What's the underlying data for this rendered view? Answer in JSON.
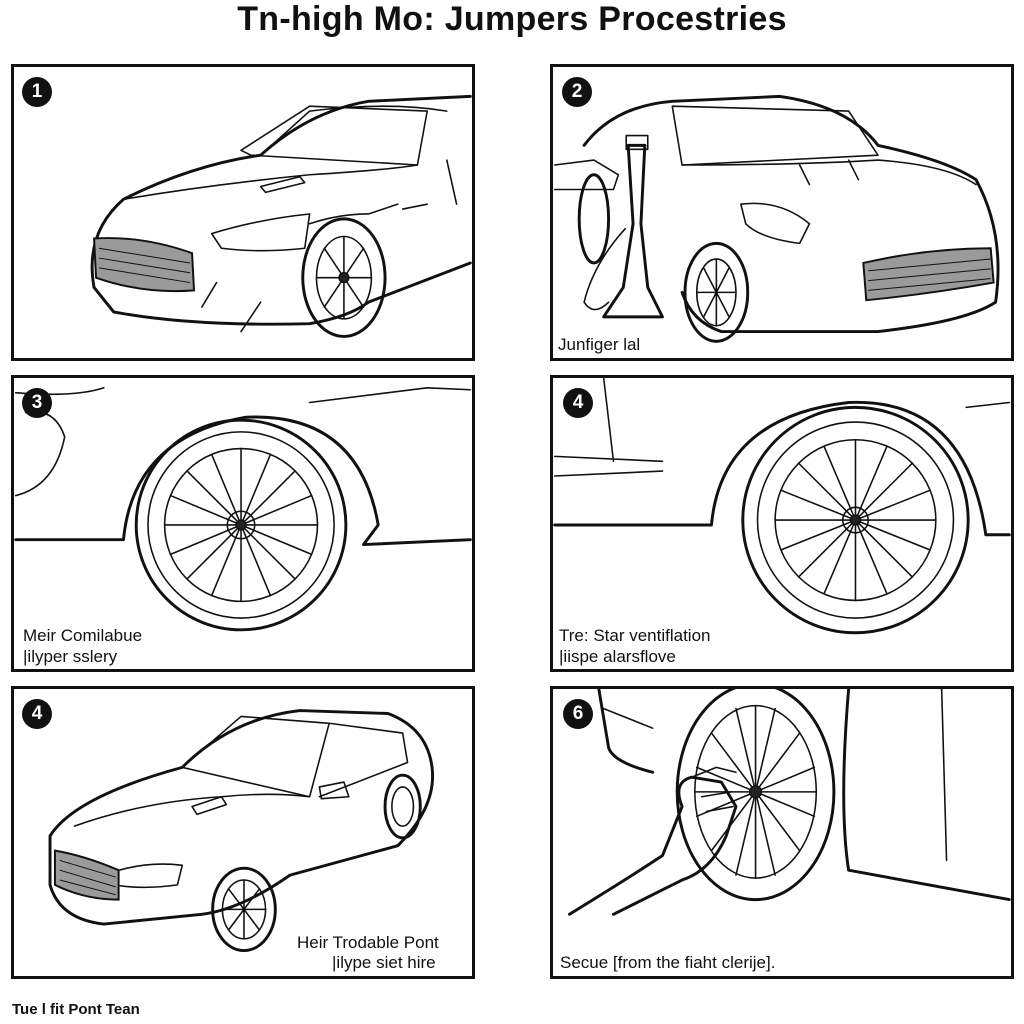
{
  "title": "Tn-high Mo: Jumpers Procestries",
  "panels": [
    {
      "number": "1",
      "caption_lines": []
    },
    {
      "number": "2",
      "caption_lines": [
        "Junfiger lal"
      ]
    },
    {
      "number": "3",
      "caption_lines": [
        "Meir Comilabue",
        "|ilyper sslery"
      ]
    },
    {
      "number": "4",
      "caption_lines": [
        "Tre: Star ventiflation",
        "|iispe alarsflove"
      ]
    },
    {
      "number": "4",
      "caption_lines": [
        "Heir Trodable Pont",
        "|ilype siet hire"
      ]
    },
    {
      "number": "6",
      "caption_lines": [
        "Secue [from the fiaht clerije]."
      ]
    }
  ],
  "footer": "Tue l fit Pont Tean",
  "colors": {
    "ink": "#111111",
    "paper": "#ffffff",
    "grill": "#9a9a9a"
  }
}
